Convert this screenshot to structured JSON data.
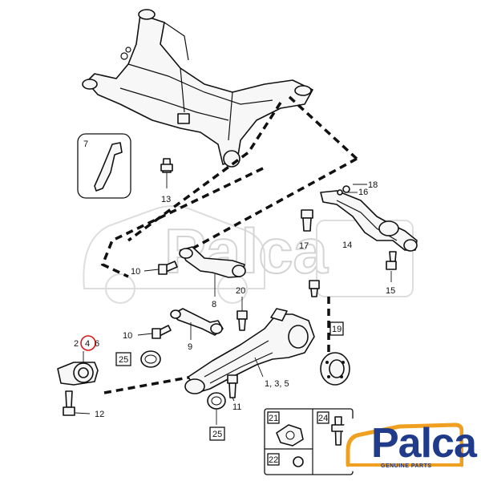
{
  "watermark": {
    "text": "Palca"
  },
  "logo": {
    "brand": "Palca",
    "tagline": "GENUINE PARTS",
    "accent_color": "#f0a020",
    "text_color": "#1f3b8a"
  },
  "highlight_color": "#d81818",
  "callouts": {
    "c7": "7",
    "c13": "13",
    "c18": "18",
    "c16": "16",
    "c17": "17",
    "c14": "14",
    "c10a": "10",
    "c8": "8",
    "c15": "15",
    "c20": "20",
    "c10b": "10",
    "c9": "9",
    "c19": "19",
    "c2": "2",
    "c4": "4",
    "c6": "6",
    "c25a": "25",
    "c135": "1, 3, 5",
    "c12": "12",
    "c11": "11",
    "c25b": "25",
    "c21": "21",
    "c24": "24",
    "c22": "22"
  }
}
